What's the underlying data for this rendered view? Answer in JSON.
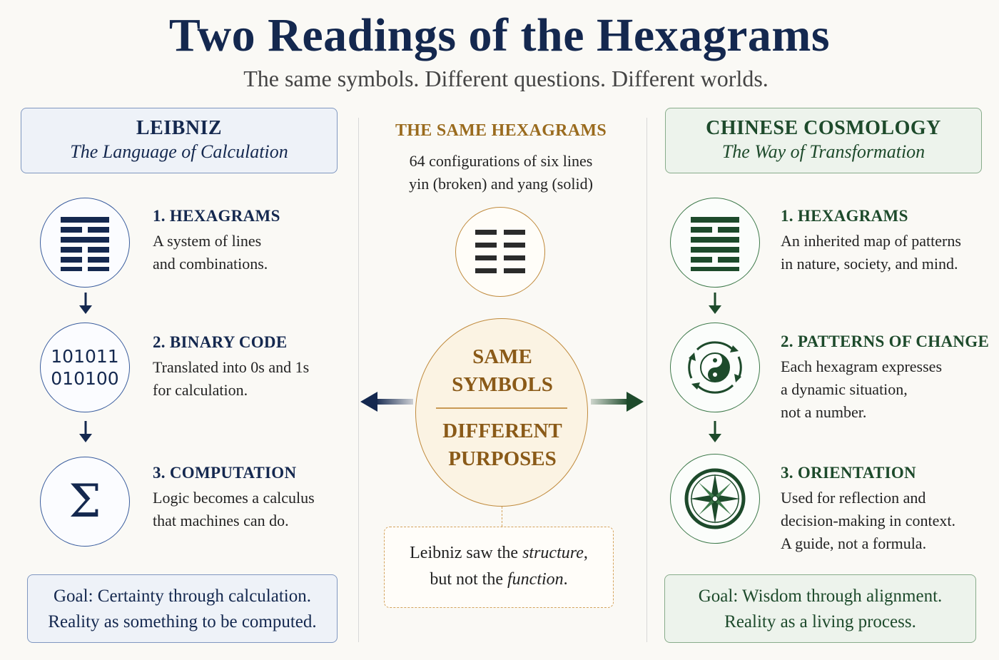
{
  "title": "Two Readings of the Hexagrams",
  "subtitle": "The same symbols. Different questions. Different worlds.",
  "left": {
    "title": "LEIBNIZ",
    "subtitle": "The Language of Calculation",
    "steps": [
      {
        "title": "1. HEXAGRAMS",
        "lines": [
          "A system of lines",
          "and combinations."
        ],
        "icon": "hexagram-icon"
      },
      {
        "title": "2. BINARY CODE",
        "lines": [
          "Translated into 0s and 1s",
          "for calculation."
        ],
        "icon": "binary-icon",
        "binary": [
          "101011",
          "010100"
        ]
      },
      {
        "title": "3. COMPUTATION",
        "lines": [
          "Logic becomes a calculus",
          "that machines can do."
        ],
        "icon": "sigma-icon",
        "symbol": "Σ"
      }
    ],
    "goal": [
      "Goal: Certainty through calculation.",
      "Reality as something to be computed."
    ],
    "color": "#14284f"
  },
  "center": {
    "title": "THE SAME HEXAGRAMS",
    "desc": [
      "64 configurations of six lines",
      "yin (broken) and yang (solid)"
    ],
    "oval_top": [
      "SAME",
      "SYMBOLS"
    ],
    "oval_bottom": [
      "DIFFERENT",
      "PURPOSES"
    ],
    "note_parts": [
      "Leibniz saw the ",
      "structure",
      ",",
      "but not the ",
      "function",
      "."
    ],
    "color": "#9a6b1e"
  },
  "right": {
    "title": "CHINESE COSMOLOGY",
    "subtitle": "The Way of Transformation",
    "steps": [
      {
        "title": "1. HEXAGRAMS",
        "lines": [
          "An inherited map of patterns",
          "in nature, society, and mind."
        ],
        "icon": "hexagram-icon"
      },
      {
        "title": "2. PATTERNS OF CHANGE",
        "lines": [
          "Each hexagram expresses",
          "a dynamic situation,",
          "not a number."
        ],
        "icon": "yin-yang-cycle-icon"
      },
      {
        "title": "3. ORIENTATION",
        "lines": [
          "Used for reflection and",
          "decision-making in context.",
          "A guide, not a formula."
        ],
        "icon": "compass-icon"
      }
    ],
    "goal": [
      "Goal: Wisdom through alignment.",
      "Reality as a living process."
    ],
    "color": "#1d4a2b"
  }
}
